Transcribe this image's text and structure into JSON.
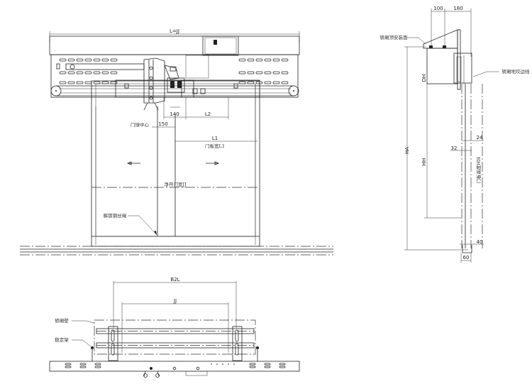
{
  "front_view": {
    "overall_width": "L=JJ",
    "dim_140": "140",
    "dim_l2": "L2",
    "dim_150": "150",
    "door_ball_center": "门球中心",
    "dim_l1": "L1",
    "panel_width": "门板宽L1",
    "clear_opening": "净开门宽JJ",
    "unlock_cable": "解锁钢丝绳"
  },
  "side_view": {
    "dim_100": "100",
    "dim_180": "180",
    "car_top_mount": "轿厢顶安装面",
    "car_sill_edge": "轿厢地坎边线",
    "dh": "DH",
    "ha": "HA",
    "hh": "HH",
    "dim_24": "24",
    "dim_32": "32",
    "panel_height": "门板高度HH",
    "dim_40": "40",
    "dim_60": "60"
  },
  "top_view": {
    "b2l": "B2L",
    "jj": "JJ",
    "car_wall": "轿厢壁",
    "stabilizer": "稳定架"
  }
}
